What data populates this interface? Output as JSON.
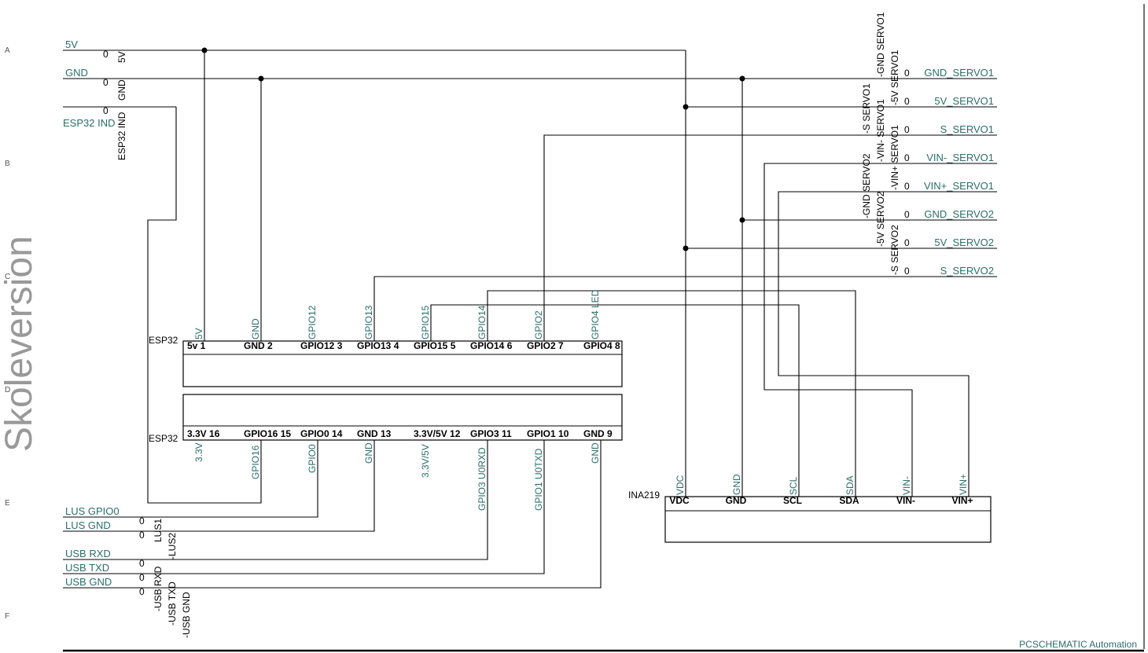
{
  "sheet": {
    "row_markers": [
      "A",
      "B",
      "C",
      "D",
      "E",
      "F"
    ],
    "watermark": "Skoleversion",
    "brand": "PCSCHEMATIC Automation"
  },
  "left_terminals": {
    "power": [
      {
        "net": "5V",
        "zero": "0",
        "pin": "5V"
      },
      {
        "net": "GND",
        "zero": "0",
        "pin": "GND"
      },
      {
        "net": "ESP32 IND",
        "zero": "0",
        "pin": "ESP32 IND"
      }
    ],
    "bottom": [
      {
        "net": "LUS GPIO0",
        "zero": "0",
        "pin": "LUS1"
      },
      {
        "net": "LUS GND",
        "zero": "0",
        "pin": "-LUS2"
      },
      {
        "net": "USB RXD",
        "zero": "0",
        "pin": "-USB RXD"
      },
      {
        "net": "USB TXD",
        "zero": "0",
        "pin": "-USB TXD"
      },
      {
        "net": "USB GND",
        "zero": "0",
        "pin": "-USB GND"
      }
    ]
  },
  "right_terminals": [
    {
      "net": "GND_SERVO1",
      "zero": "0",
      "pin": "-GND SERVO1"
    },
    {
      "net": "5V_SERVO1",
      "zero": "0",
      "pin": "-5V SERVO1"
    },
    {
      "net": "S_SERVO1",
      "zero": "0",
      "pin": "-S SERVO1"
    },
    {
      "net": "VIN-_SERVO1",
      "zero": "0",
      "pin": "-VIN- SERVO1"
    },
    {
      "net": "VIN+_SERVO1",
      "zero": "0",
      "pin": "-VIN+ SERVO1"
    },
    {
      "net": "GND_SERVO2",
      "zero": "0",
      "pin": "-GND SERVO2"
    },
    {
      "net": "5V_SERVO2",
      "zero": "0",
      "pin": "-5V SERVO2"
    },
    {
      "net": "S_SERVO2",
      "zero": "0",
      "pin": "-S SERVO2"
    }
  ],
  "esp32_top": {
    "ref": "ESP32",
    "pins": [
      {
        "label": "5v 1",
        "net": "5V"
      },
      {
        "label": "GND 2",
        "net": "GND"
      },
      {
        "label": "GPIO12 3",
        "net": "GPIO12"
      },
      {
        "label": "GPIO13 4",
        "net": "GPIO13"
      },
      {
        "label": "GPIO15 5",
        "net": "GPIO15"
      },
      {
        "label": "GPIO14 6",
        "net": "GPIO14"
      },
      {
        "label": "GPIO2 7",
        "net": "GPIO2"
      },
      {
        "label": "GPIO4 8",
        "net": "GPIO4 LED"
      }
    ]
  },
  "esp32_bottom": {
    "ref": "ESP32",
    "pins": [
      {
        "label": "3.3V 16",
        "net": "3.3V"
      },
      {
        "label": "GPIO16 15",
        "net": "GPIO16"
      },
      {
        "label": "GPIO0 14",
        "net": "GPIO0"
      },
      {
        "label": "GND 13",
        "net": "GND"
      },
      {
        "label": "3.3V/5V 12",
        "net": "3.3V/5V"
      },
      {
        "label": "GPIO3 11",
        "net": "GPIO3 U0RXD"
      },
      {
        "label": "GPIO1 10",
        "net": "GPIO1 U0TXD"
      },
      {
        "label": "GND 9",
        "net": "GND"
      }
    ]
  },
  "ina219": {
    "ref": "INA219",
    "pins": [
      {
        "label": "VDC",
        "net": "VDC"
      },
      {
        "label": "GND",
        "net": "GND"
      },
      {
        "label": "SCL",
        "net": "SCL"
      },
      {
        "label": "SDA",
        "net": "SDA"
      },
      {
        "label": "VIN-",
        "net": "VIN-"
      },
      {
        "label": "VIN+",
        "net": "VIN+"
      }
    ]
  }
}
